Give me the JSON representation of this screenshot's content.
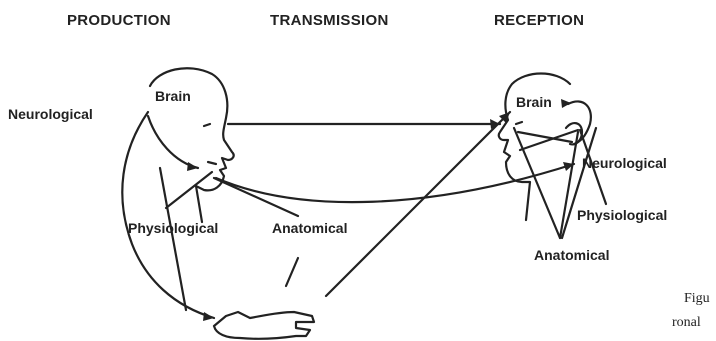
{
  "headers": {
    "production": "PRODUCTION",
    "transmission": "TRANSMISSION",
    "reception": "RECEPTION"
  },
  "producer": {
    "brain": "Brain",
    "neurological": "Neurological",
    "physiological": "Physiological",
    "anatomical": "Anatomical"
  },
  "receiver": {
    "brain": "Brain",
    "neurological": "Neurological",
    "physiological": "Physiological",
    "anatomical": "Anatomical"
  },
  "caption_fragments": [
    "Figu",
    "ronal"
  ],
  "colors": {
    "ink": "#222222",
    "background": "#ffffff"
  }
}
